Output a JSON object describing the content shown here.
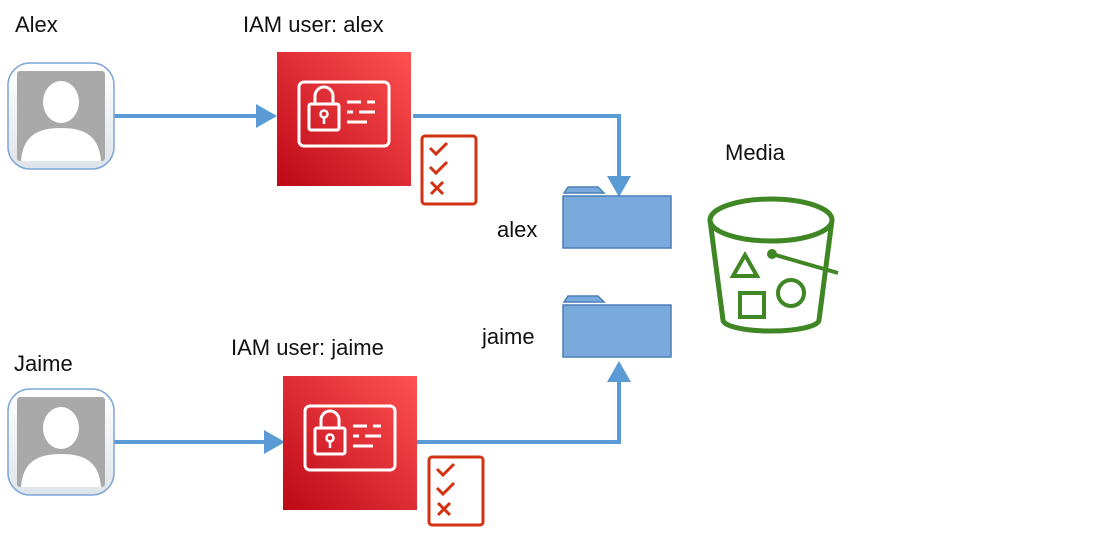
{
  "users": [
    {
      "name": "Alex",
      "iam_label": "IAM user: alex",
      "folder": "alex"
    },
    {
      "name": "Jaime",
      "iam_label": "IAM user: jaime",
      "folder": "jaime"
    }
  ],
  "bucket": {
    "label": "Media"
  },
  "policy_checklist": [
    "check",
    "check",
    "cross"
  ],
  "colors": {
    "arrow": "#5b9bd5",
    "iam_gradient_top": "#ff5252",
    "iam_gradient_bottom": "#bd0816",
    "folder_fill": "#7aaadc",
    "folder_stroke": "#4a7fb8",
    "bucket": "#3f8624",
    "policy": "#d13212"
  },
  "icons": [
    "user-avatar-icon",
    "iam-user-icon",
    "policy-icon",
    "folder-icon",
    "s3-bucket-icon"
  ]
}
